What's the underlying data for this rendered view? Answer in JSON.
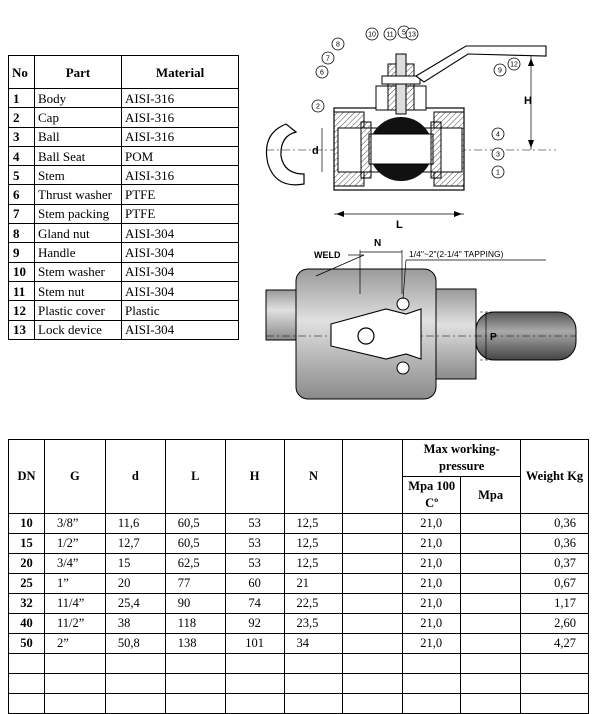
{
  "parts_table": {
    "headers": [
      "No",
      "Part",
      "Material"
    ],
    "rows": [
      [
        "1",
        "Body",
        "AISI-316"
      ],
      [
        "2",
        "Cap",
        "AISI-316"
      ],
      [
        "3",
        "Ball",
        "AISI-316"
      ],
      [
        "4",
        "Ball Seat",
        "POM"
      ],
      [
        "5",
        "Stem",
        "AISI-316"
      ],
      [
        "6",
        "Thrust washer",
        "PTFE"
      ],
      [
        "7",
        "Stem packing",
        "PTFE"
      ],
      [
        "8",
        "Gland nut",
        "AISI-304"
      ],
      [
        "9",
        "Handle",
        "AISI-304"
      ],
      [
        "10",
        "Stem washer",
        "AISI-304"
      ],
      [
        "11",
        "Stem nut",
        "AISI-304"
      ],
      [
        "12",
        "Plastic cover",
        "Plastic"
      ],
      [
        "13",
        "Lock device",
        "AISI-304"
      ]
    ]
  },
  "drawing": {
    "callouts": [
      "1",
      "2",
      "3",
      "4",
      "5",
      "6",
      "7",
      "8",
      "9",
      "10",
      "11",
      "12",
      "13"
    ],
    "dim_labels": {
      "d": "d",
      "L": "L",
      "H": "H",
      "N": "N",
      "P": "P"
    },
    "weld_label": "WELD",
    "tapping_label": "1/4\"~2\"(2-1/4\" TAPPING)"
  },
  "spec_table": {
    "headers": {
      "dn": "DN",
      "g": "G",
      "d": "d",
      "l": "L",
      "h": "H",
      "n": "N",
      "max_pressure": "Max working-pressure",
      "mpa100": "Mpa 100 Cº",
      "mpa": "Mpa",
      "weight": "Weight Kg"
    },
    "rows": [
      [
        "10",
        "3/8”",
        "11,6",
        "60,5",
        "53",
        "12,5",
        "21,0",
        "0,36"
      ],
      [
        "15",
        "1/2”",
        "12,7",
        "60,5",
        "53",
        "12,5",
        "21,0",
        "0,36"
      ],
      [
        "20",
        "3/4”",
        "15",
        "62,5",
        "53",
        "12,5",
        "21,0",
        "0,37"
      ],
      [
        "25",
        "1”",
        "20",
        "77",
        "60",
        "21",
        "21,0",
        "0,67"
      ],
      [
        "32",
        "11/4”",
        "25,4",
        "90",
        "74",
        "22,5",
        "21,0",
        "1,17"
      ],
      [
        "40",
        "11/2”",
        "38",
        "118",
        "92",
        "23,5",
        "21,0",
        "2,60"
      ],
      [
        "50",
        "2”",
        "50,8",
        "138",
        "101",
        "34",
        "21,0",
        "4,27"
      ]
    ],
    "empty_rows": 3
  }
}
